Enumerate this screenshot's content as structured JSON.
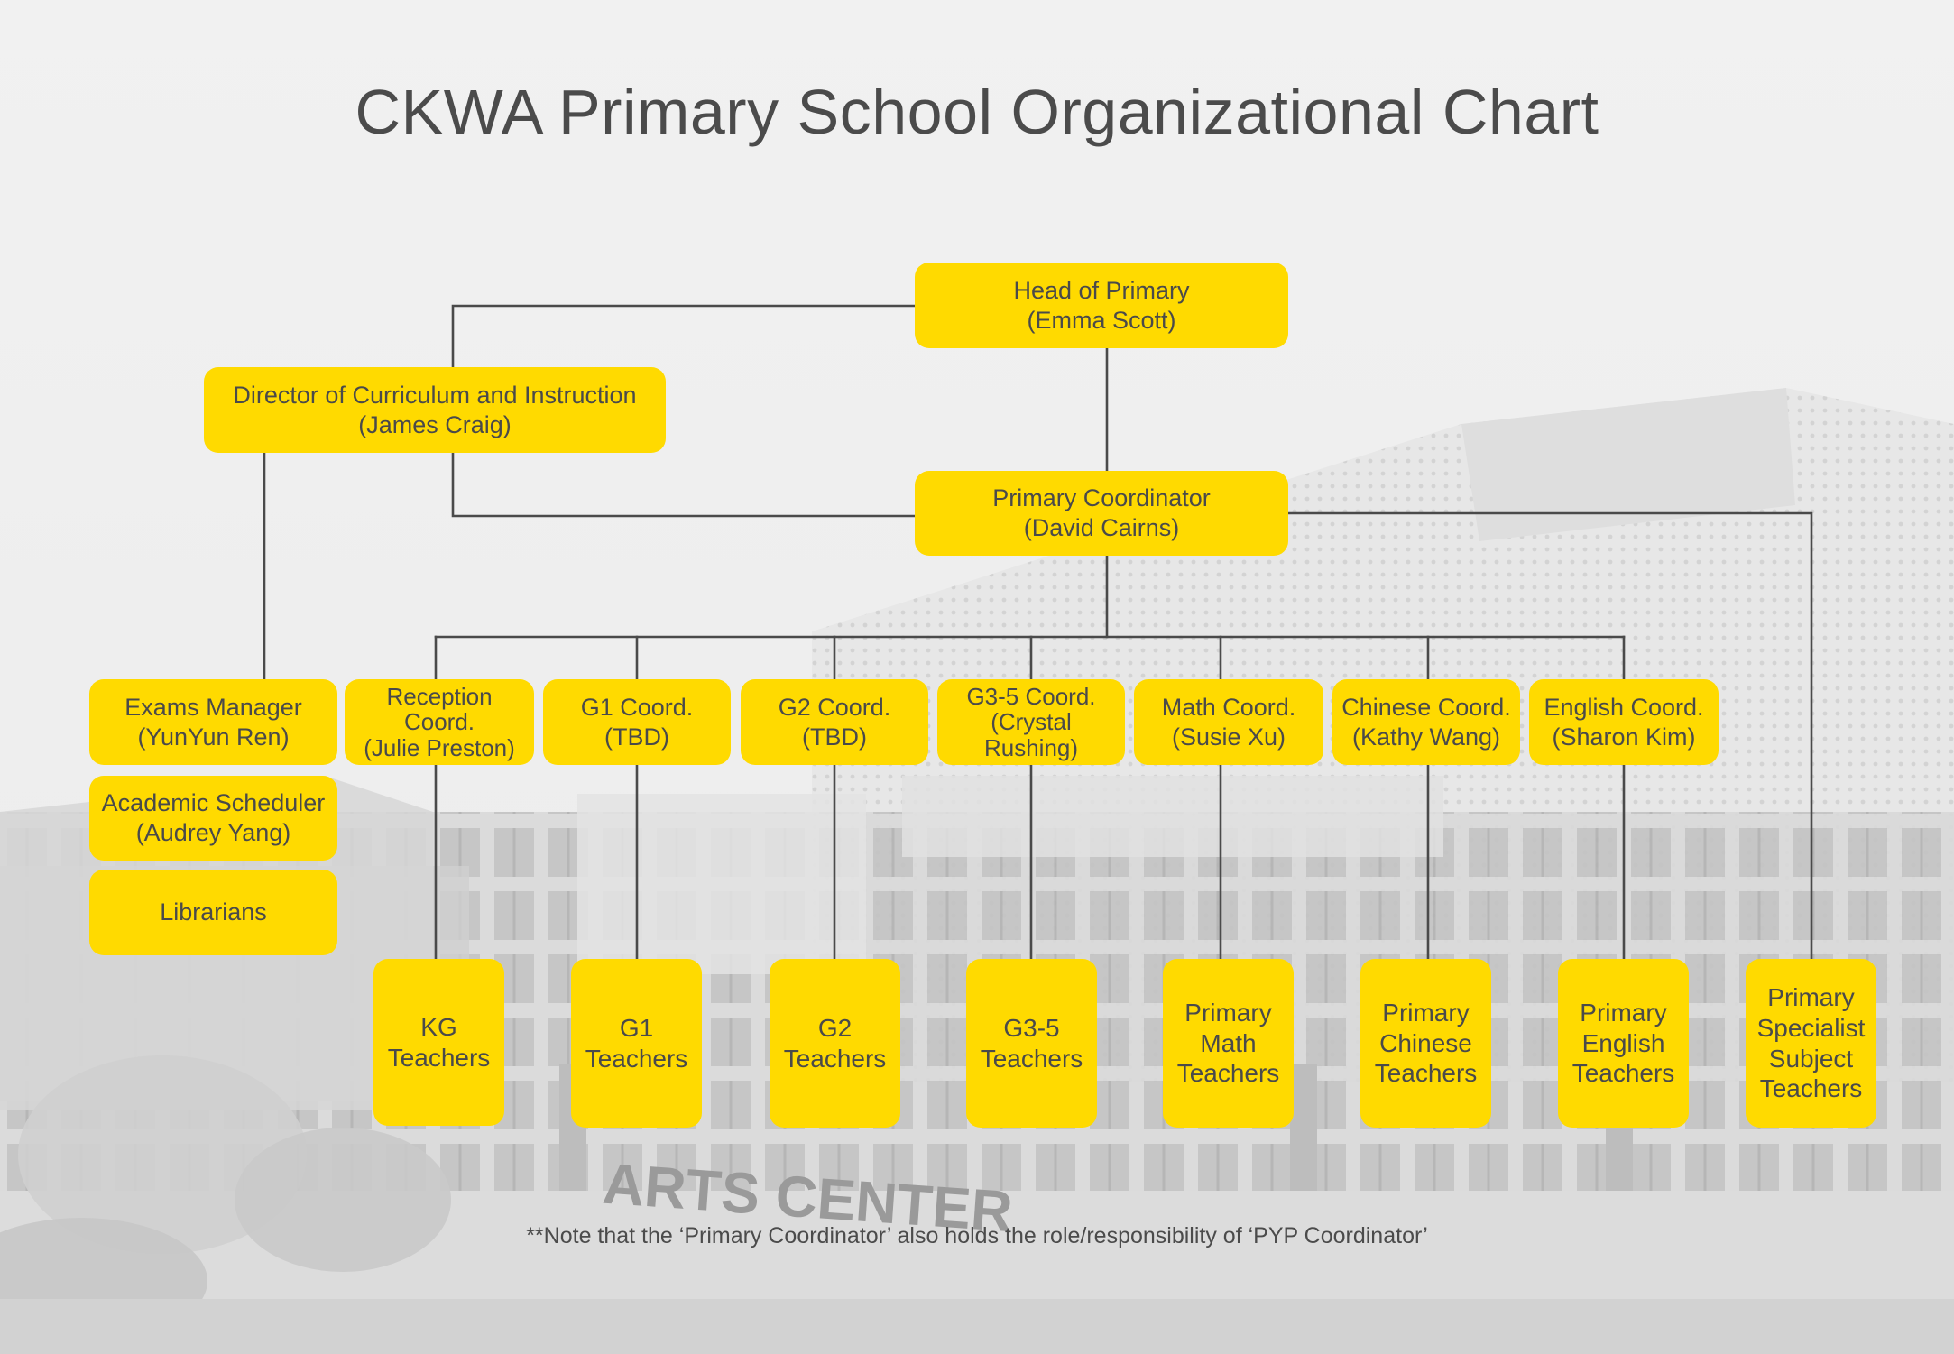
{
  "title": "CKWA Primary School Organizational Chart",
  "note": "**Note that the ‘Primary Coordinator’ also holds the role/responsibility of ‘PYP Coordinator’",
  "background_sign": "ARTS CENTER",
  "colors": {
    "node_fill": "#ffda00",
    "node_text": "#4a4a4a",
    "connector": "#4a4a4a",
    "background": "#efefef"
  },
  "nodes": {
    "head": [
      "Head of Primary",
      "(Emma Scott)"
    ],
    "director": [
      "Director of Curriculum and Instruction",
      "(James Craig)"
    ],
    "primary_coord": [
      "Primary Coordinator",
      "(David Cairns)"
    ],
    "exams_manager": [
      "Exams Manager",
      "(YunYun Ren)"
    ],
    "academic_scheduler": [
      "Academic Scheduler",
      "(Audrey Yang)"
    ],
    "librarians": [
      "Librarians"
    ],
    "reception_coord": [
      "Reception",
      "Coord.",
      "(Julie Preston)"
    ],
    "g1_coord": [
      "G1 Coord.",
      "(TBD)"
    ],
    "g2_coord": [
      "G2 Coord.",
      "(TBD)"
    ],
    "g35_coord": [
      "G3-5 Coord.",
      "(Crystal",
      "Rushing)"
    ],
    "math_coord": [
      "Math Coord.",
      "(Susie Xu)"
    ],
    "chinese_coord": [
      "Chinese Coord.",
      "(Kathy Wang)"
    ],
    "english_coord": [
      "English Coord.",
      "(Sharon Kim)"
    ],
    "kg_teachers": [
      "KG",
      "Teachers"
    ],
    "g1_teachers": [
      "G1",
      "Teachers"
    ],
    "g2_teachers": [
      "G2",
      "Teachers"
    ],
    "g35_teachers": [
      "G3-5",
      "Teachers"
    ],
    "math_teachers": [
      "Primary",
      "Math",
      "Teachers"
    ],
    "chinese_teachers": [
      "Primary",
      "Chinese",
      "Teachers"
    ],
    "english_teachers": [
      "Primary",
      "English",
      "Teachers"
    ],
    "specialist_teachers": [
      "Primary",
      "Specialist",
      "Subject",
      "Teachers"
    ]
  }
}
